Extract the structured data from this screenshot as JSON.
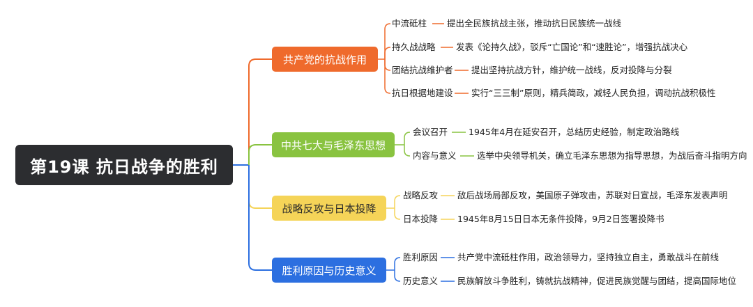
{
  "title": "第19课 抗日战争的胜利",
  "colors": {
    "root": "#2c2d30",
    "b1": "#ef6a2c",
    "b2": "#89c340",
    "b3": "#f5d458",
    "b4": "#2c6fe0",
    "rootline": "#2c6fe0"
  },
  "branches": [
    {
      "label": "共产党的抗战作用",
      "items": [
        {
          "label": "中流砥柱",
          "desc": "提出全民族抗战主张，推动抗日民族统一战线"
        },
        {
          "label": "持久战战略",
          "desc": "发表《论持久战》，驳斥“亡国论”和“速胜论”，增强抗战决心"
        },
        {
          "label": "团结抗战维护者",
          "desc": "提出坚持抗战方针，维护统一战线，反对投降与分裂"
        },
        {
          "label": "抗日根据地建设",
          "desc": "实行“三三制”原则，精兵简政，减轻人民负担，调动抗战积极性"
        }
      ]
    },
    {
      "label": "中共七大与毛泽东思想",
      "items": [
        {
          "label": "会议召开",
          "desc": "1945年4月在延安召开，总结历史经验，制定政治路线"
        },
        {
          "label": "内容与意义",
          "desc": "选举中央领导机关，确立毛泽东思想为指导思想，为战后奋斗指明方向"
        }
      ]
    },
    {
      "label": "战略反攻与日本投降",
      "items": [
        {
          "label": "战略反攻",
          "desc": "敌后战场局部反攻，美国原子弹攻击，苏联对日宣战，毛泽东发表声明"
        },
        {
          "label": "日本投降",
          "desc": "1945年8月15日日本无条件投降，9月2日签署投降书"
        }
      ]
    },
    {
      "label": "胜利原因与历史意义",
      "items": [
        {
          "label": "胜利原因",
          "desc": "共产党中流砥柱作用，政治领导力，坚持独立自主，勇敢战斗在前线"
        },
        {
          "label": "历史意义",
          "desc": "民族解放斗争胜利，铸就抗战精神，促进民族觉醒与团结，提高国际地位"
        }
      ]
    }
  ]
}
